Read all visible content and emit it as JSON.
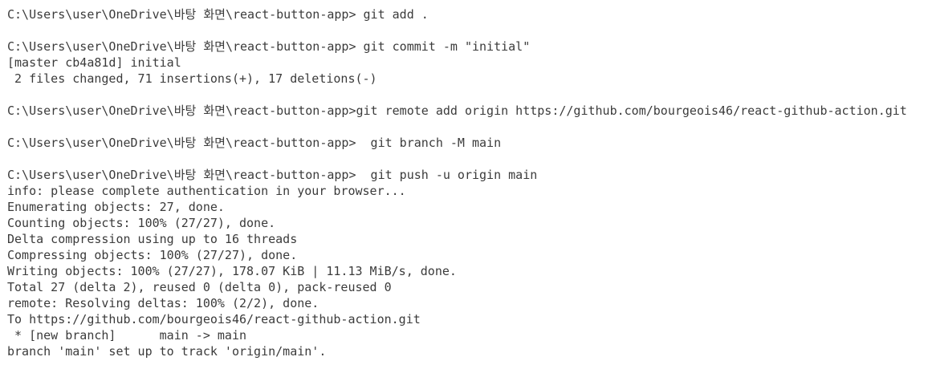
{
  "terminal": {
    "colors": {
      "background": "#ffffff",
      "foreground": "#3b3b3b"
    },
    "prompt_path": "C:\\Users\\user\\OneDrive\\바탕 화면\\react-button-app",
    "lines": [
      "C:\\Users\\user\\OneDrive\\바탕 화면\\react-button-app> git add .",
      "",
      "C:\\Users\\user\\OneDrive\\바탕 화면\\react-button-app> git commit -m \"initial\"",
      "[master cb4a81d] initial",
      " 2 files changed, 71 insertions(+), 17 deletions(-)",
      "",
      "C:\\Users\\user\\OneDrive\\바탕 화면\\react-button-app>git remote add origin https://github.com/bourgeois46/react-github-action.git",
      "",
      "C:\\Users\\user\\OneDrive\\바탕 화면\\react-button-app>  git branch -M main",
      "",
      "C:\\Users\\user\\OneDrive\\바탕 화면\\react-button-app>  git push -u origin main",
      "info: please complete authentication in your browser...",
      "Enumerating objects: 27, done.",
      "Counting objects: 100% (27/27), done.",
      "Delta compression using up to 16 threads",
      "Compressing objects: 100% (27/27), done.",
      "Writing objects: 100% (27/27), 178.07 KiB | 11.13 MiB/s, done.",
      "Total 27 (delta 2), reused 0 (delta 0), pack-reused 0",
      "remote: Resolving deltas: 100% (2/2), done.",
      "To https://github.com/bourgeois46/react-github-action.git",
      " * [new branch]      main -> main",
      "branch 'main' set up to track 'origin/main'."
    ]
  }
}
